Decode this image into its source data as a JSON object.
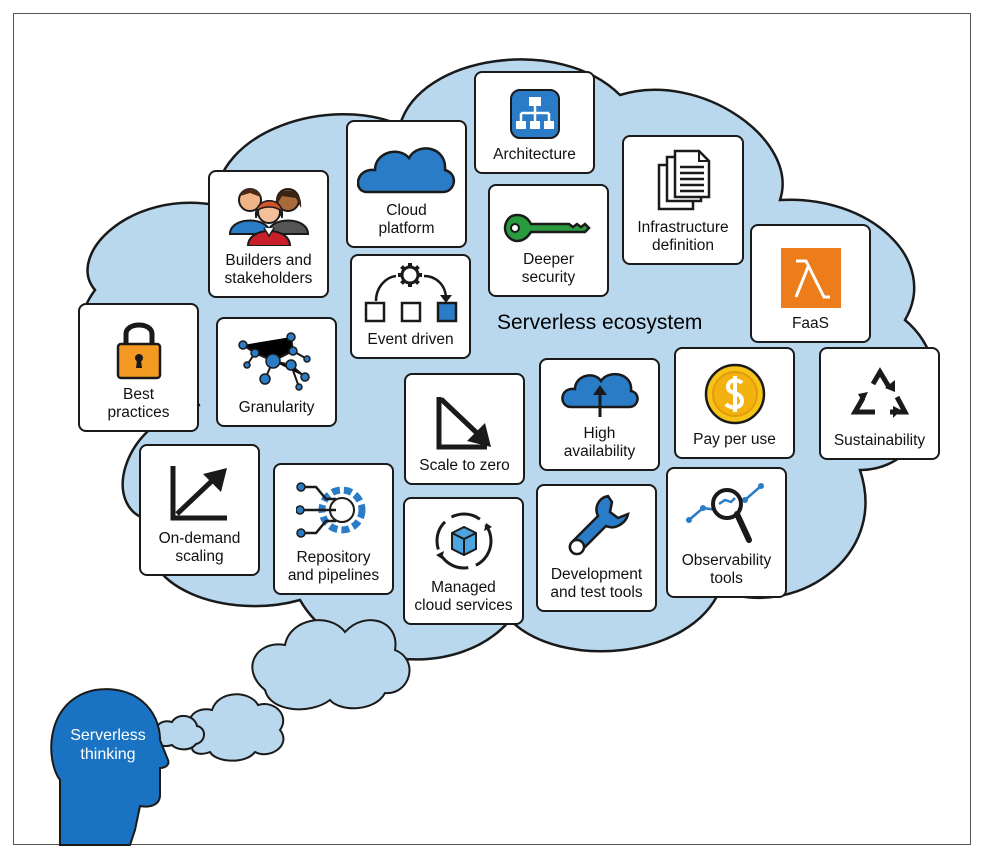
{
  "ecosystem_title": "Serverless ecosystem",
  "thinking_label": "Serverless\nthinking",
  "colors": {
    "cloud_fill": "#b9d8ee",
    "head_fill": "#1a73c2",
    "card_border": "#1a1a1a",
    "accent_blue": "#2a7cc7",
    "key_green": "#2a9a3e",
    "lock_orange": "#f49a23",
    "lambda_orange": "#ed7d1a",
    "coin_yellow": "#f6c419"
  },
  "cards": [
    {
      "id": "architecture",
      "label": "Architecture",
      "icon": "architecture-icon"
    },
    {
      "id": "cloud-platform",
      "label": "Cloud\nplatform",
      "icon": "cloud-icon"
    },
    {
      "id": "infrastructure",
      "label": "Infrastructure\ndefinition",
      "icon": "documents-icon"
    },
    {
      "id": "builders",
      "label": "Builders and\nstakeholders",
      "icon": "people-icon"
    },
    {
      "id": "deeper-security",
      "label": "Deeper\nsecurity",
      "icon": "key-icon"
    },
    {
      "id": "faas",
      "label": "FaaS",
      "icon": "lambda-icon"
    },
    {
      "id": "event-driven",
      "label": "Event driven",
      "icon": "event-flow-icon"
    },
    {
      "id": "best-practices",
      "label": "Best\npractices",
      "icon": "padlock-icon"
    },
    {
      "id": "granularity",
      "label": "Granularity",
      "icon": "nodes-icon"
    },
    {
      "id": "scale-to-zero",
      "label": "Scale to zero",
      "icon": "arrow-down-right-icon"
    },
    {
      "id": "high-availability",
      "label": "High\navailability",
      "icon": "cloud-upload-icon"
    },
    {
      "id": "pay-per-use",
      "label": "Pay per use",
      "icon": "dollar-coin-icon"
    },
    {
      "id": "sustainability",
      "label": "Sustainability",
      "icon": "recycle-icon"
    },
    {
      "id": "on-demand-scaling",
      "label": "On-demand\nscaling",
      "icon": "growth-arrow-icon"
    },
    {
      "id": "repository",
      "label": "Repository\nand pipelines",
      "icon": "gear-circuit-icon"
    },
    {
      "id": "managed-services",
      "label": "Managed\ncloud services",
      "icon": "box-cycle-icon"
    },
    {
      "id": "dev-test-tools",
      "label": "Development\nand test tools",
      "icon": "wrench-icon"
    },
    {
      "id": "observability",
      "label": "Observability\ntools",
      "icon": "magnifier-chart-icon"
    }
  ]
}
